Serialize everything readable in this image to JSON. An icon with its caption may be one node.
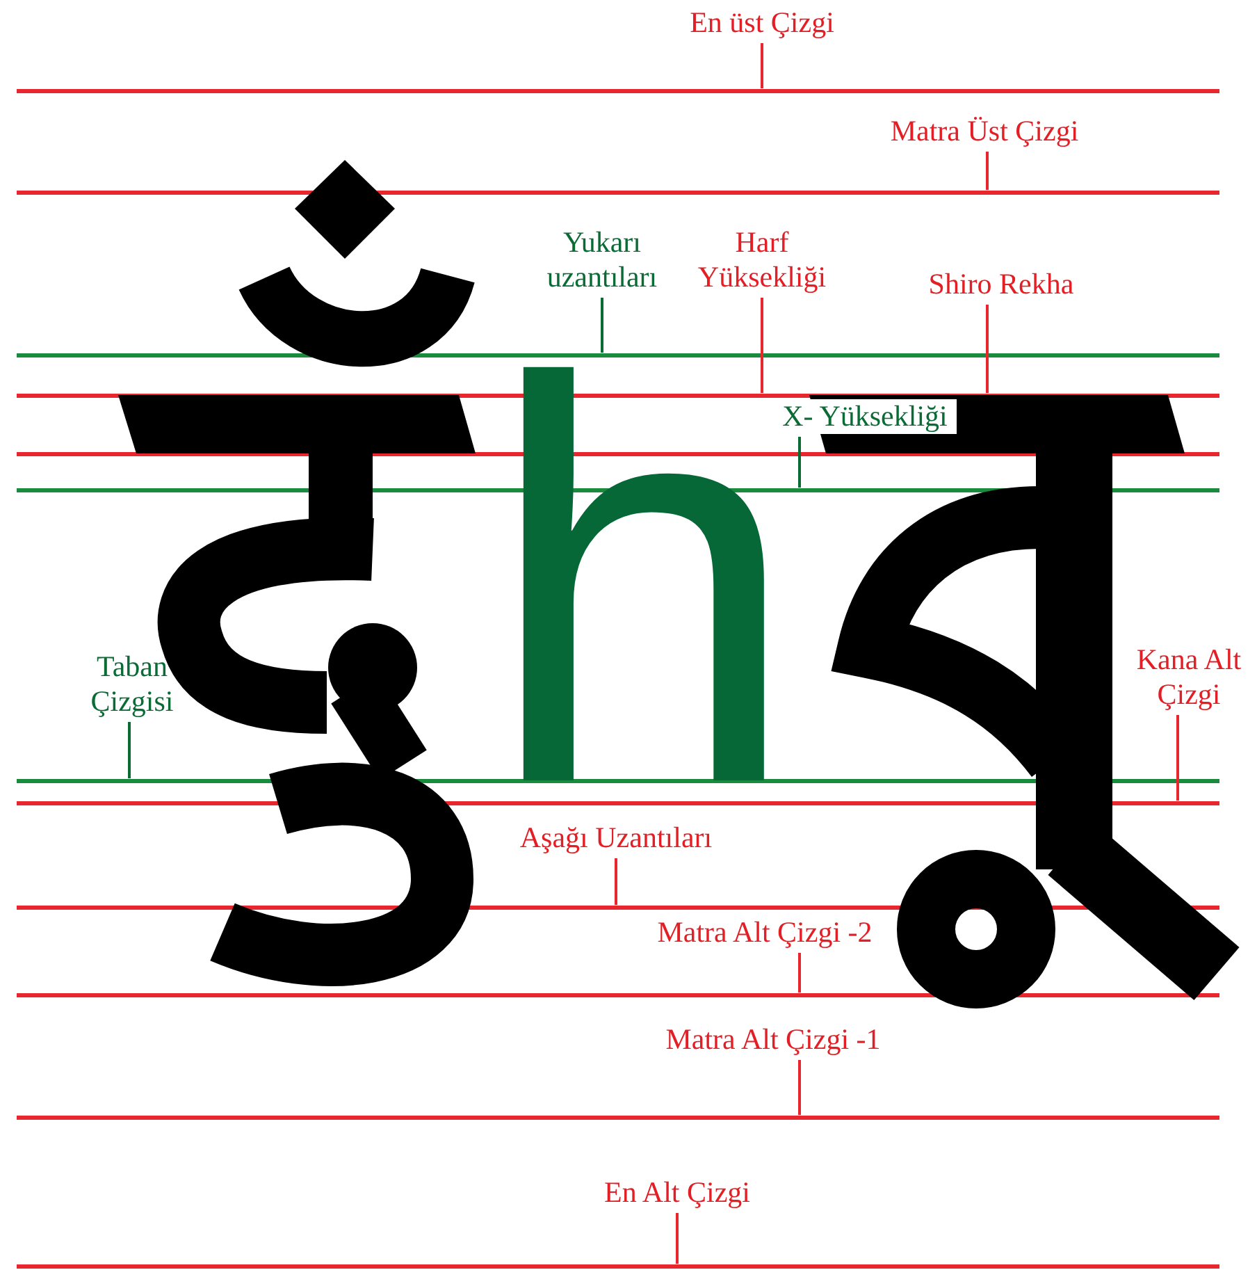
{
  "diagram": {
    "nodes": [
      {
        "text": [
          "En üst Çizgi"
        ]
      },
      {
        "text": [
          "Matra Üst Çizgi"
        ]
      },
      {
        "text": [
          "Yukarı uzantıları"
        ]
      },
      {
        "text": [
          "Harf Yüksekliği"
        ]
      },
      {
        "text": [
          "Shiro Rekha"
        ]
      },
      {
        "text": [
          "X- Yüksekliği"
        ]
      },
      {
        "text": [
          "Taban Çizgisi"
        ]
      },
      {
        "text": [
          "Kana Alt Çizgi"
        ]
      },
      {
        "text": [
          "Aşağı Uzantıları"
        ]
      },
      {
        "text": [
          "Matra Alt Çizgi -2"
        ]
      },
      {
        "text": [
          "Matra Alt Çizgi -1"
        ]
      },
      {
        "text": [
          "En Alt Çizgi"
        ]
      },
      {
        "text": [],
        "shape": "line"
      },
      {
        "text": [],
        "shape": "line"
      },
      {
        "text": [],
        "shape": "line"
      },
      {
        "text": [],
        "shape": "line"
      },
      {
        "text": [],
        "shape": "line"
      },
      {
        "text": [],
        "shape": "line"
      },
      {
        "text": [],
        "shape": "line"
      },
      {
        "text": [],
        "shape": "line"
      },
      {
        "text": [],
        "shape": "line"
      },
      {
        "text": [],
        "shape": "line"
      },
      {
        "text": [],
        "shape": "line"
      },
      {
        "text": [],
        "shape": "line"
      }
    ],
    "edges": [
      {
        "from": 0,
        "to": 12,
        "arrow": "none"
      },
      {
        "from": 1,
        "to": 13,
        "arrow": "none"
      },
      {
        "from": 2,
        "to": 14,
        "arrow": "none",
        "color": "#0a6b35"
      },
      {
        "from": 3,
        "to": 15,
        "arrow": "none"
      },
      {
        "from": 4,
        "to": 15,
        "arrow": "none"
      },
      {
        "from": 5,
        "to": 17,
        "arrow": "none",
        "color": "#0a6b35"
      },
      {
        "from": 6,
        "to": 18,
        "arrow": "none",
        "color": "#0a6b35"
      },
      {
        "from": 7,
        "to": 19,
        "arrow": "none"
      },
      {
        "from": 8,
        "to": 20,
        "arrow": "none"
      },
      {
        "from": 9,
        "to": 21,
        "arrow": "none"
      },
      {
        "from": 10,
        "to": 22,
        "arrow": "none"
      },
      {
        "from": 11,
        "to": 23,
        "arrow": "none"
      }
    ],
    "labels": [
      "h"
    ]
  }
}
